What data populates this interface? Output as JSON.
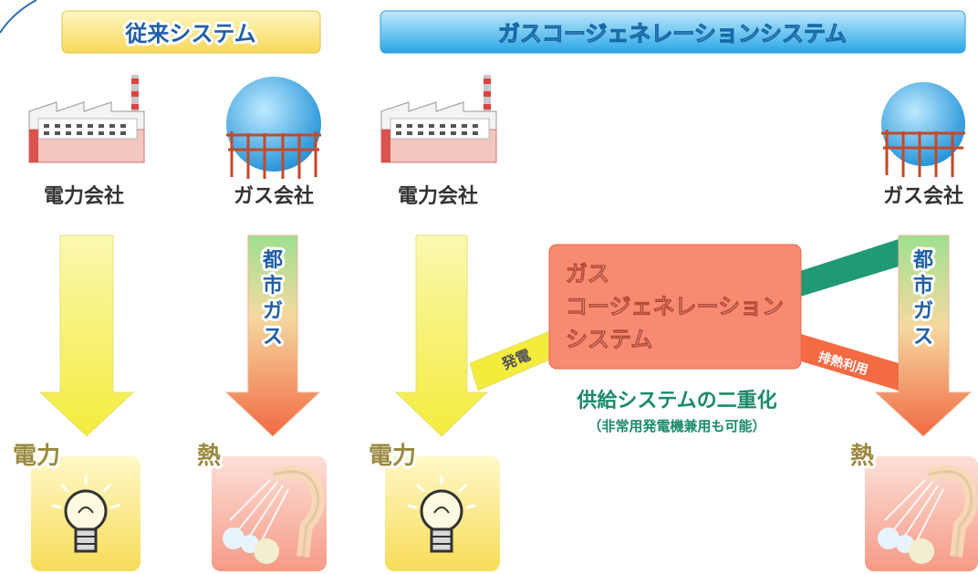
{
  "headers": {
    "conventional": "従来システム",
    "cogeneration": "ガスコージェネレーションシステム"
  },
  "sources": {
    "power_company_left": "電力会社",
    "gas_company_left": "ガス会社",
    "power_company_right": "電力会社",
    "gas_company_right": "ガス会社"
  },
  "arrows": {
    "city_gas_left": [
      "都",
      "市",
      "ガ",
      "ス"
    ],
    "city_gas_right": [
      "都",
      "市",
      "ガ",
      "ス"
    ],
    "generation": "発電",
    "waste_heat": "排熱利用"
  },
  "cogen_box": {
    "line1": "ガス",
    "line2": "コージェネレーション",
    "line3": "システム"
  },
  "caption": {
    "main": "供給システムの二重化",
    "sub": "（非常用発電機兼用も可能）"
  },
  "outputs": {
    "power_left": "電力",
    "heat_left": "熱",
    "power_right": "電力",
    "heat_right": "熱"
  },
  "colors": {
    "yellow_arrow": "#f7f05a",
    "city_gas_arrow_top": "#92d88a",
    "city_gas_arrow_bottom": "#f26a43",
    "cogen_box": "#f78a70",
    "teal_connector": "#1f9a74",
    "caption_text": "#1a8a6a",
    "header_conventional": "#fde98a",
    "header_cogeneration": "#5bc3ef"
  }
}
